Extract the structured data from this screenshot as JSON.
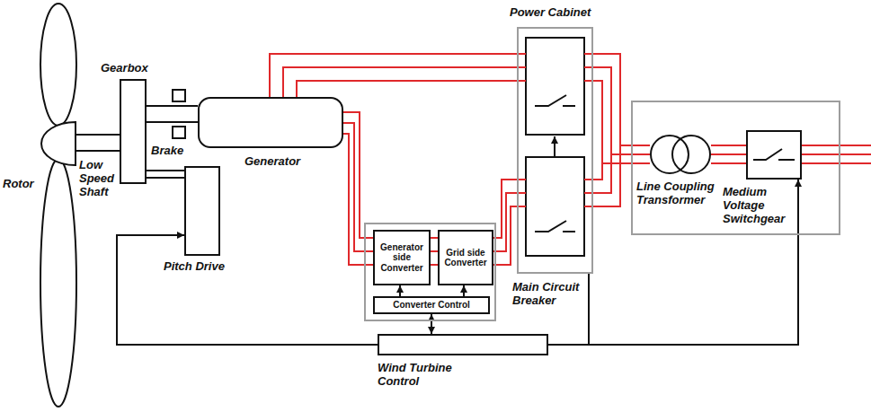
{
  "diagram": {
    "nodes": [
      {
        "text": [
          "Rotor"
        ]
      },
      {
        "text": [
          "Gearbox"
        ]
      },
      {
        "text": [
          "Generator"
        ]
      },
      {
        "text": [
          "Pitch Drive"
        ]
      },
      {
        "text": []
      },
      {
        "text": [
          "Generator side Converter"
        ],
        "in": 4
      },
      {
        "text": [
          "Grid side Converter"
        ],
        "in": 4
      },
      {
        "text": [
          "Converter Control"
        ],
        "in": 4
      },
      {
        "text": [
          "Power Cabinet"
        ]
      },
      {
        "text": []
      },
      {
        "text": [
          "Line Coupling Transformer"
        ],
        "in": 9
      },
      {
        "text": [
          "Medium Voltage Switchgear"
        ],
        "in": 9
      },
      {
        "text": [
          "Wind Turbine Control"
        ]
      }
    ],
    "edges": [
      {
        "from": 0,
        "to": 1,
        "label": "Low Speed Shaft",
        "arrow": "none"
      },
      {
        "from": 1,
        "to": 2,
        "arrow": "none"
      },
      {
        "from": 1,
        "to": 3,
        "arrow": "none"
      },
      {
        "from": 2,
        "to": 8,
        "arrow": "none"
      },
      {
        "from": 2,
        "to": 5,
        "arrow": "none"
      },
      {
        "from": 5,
        "to": 6,
        "arrow": "none"
      },
      {
        "from": 6,
        "to": 8,
        "arrow": "none"
      },
      {
        "from": 8,
        "to": 10,
        "arrow": "none"
      },
      {
        "from": 10,
        "to": 11,
        "arrow": "none"
      },
      {
        "from": 7,
        "to": 5,
        "arrow": "to"
      },
      {
        "from": 7,
        "to": 6,
        "arrow": "to"
      },
      {
        "from": 12,
        "to": 3,
        "arrow": "to"
      },
      {
        "from": 12,
        "to": 7,
        "arrow": "both"
      },
      {
        "from": 12,
        "to": 8,
        "arrow": "none"
      },
      {
        "from": 12,
        "to": 11,
        "arrow": "to"
      }
    ],
    "labels": [
      "Brake",
      "Main Circuit Breaker"
    ]
  }
}
